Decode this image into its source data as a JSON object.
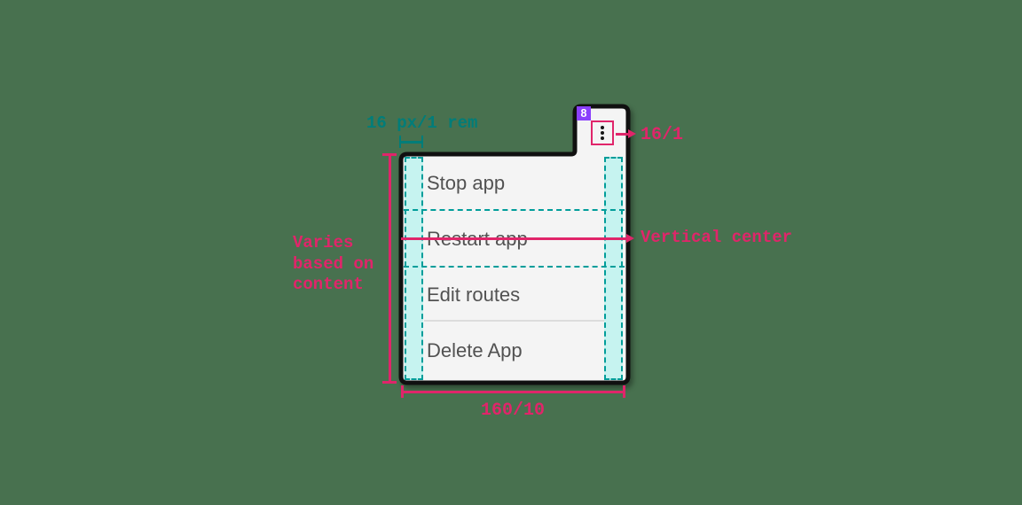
{
  "annotations": {
    "padding_label": "16 px/1 rem",
    "icon_size_label": "16/1",
    "badge_label": "8",
    "height_note_lines": [
      "Varies",
      "based on",
      "content"
    ],
    "vertical_center_label": "Vertical center",
    "width_label": "160/10"
  },
  "menu": {
    "items": [
      {
        "label": "Stop app"
      },
      {
        "label": "Restart app"
      },
      {
        "label": "Edit routes"
      },
      {
        "label": "Delete App"
      }
    ]
  },
  "colors": {
    "background": "#48714f",
    "annotation_pink": "#e0256a",
    "annotation_teal": "#007d79",
    "spacing_fill": "#c6f3f0",
    "spacing_stroke": "#009d9a",
    "badge_purple": "#8a3ffc",
    "menu_background": "#f4f4f4",
    "menu_text": "#525252",
    "outline_black": "#101010",
    "divider_gray": "#dcdcdc"
  }
}
